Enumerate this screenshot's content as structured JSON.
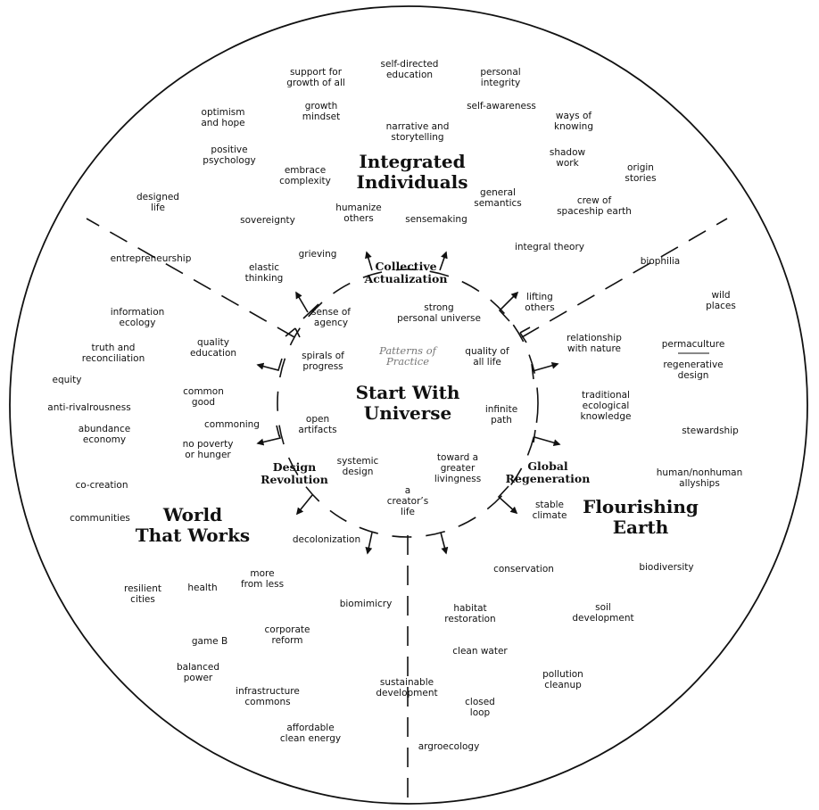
{
  "titles": {
    "center": [
      "Start With",
      "Universe"
    ],
    "top": [
      "Integrated",
      "Individuals"
    ],
    "left": [
      "World",
      "That Works"
    ],
    "right": [
      "Flourishing",
      "Earth"
    ]
  },
  "subtitles": {
    "collective": [
      "Collective",
      "Actualization"
    ],
    "design": [
      "Design",
      "Revolution"
    ],
    "global": [
      "Global",
      "Regeneration"
    ]
  },
  "center_note": [
    "Patterns of",
    "Practice"
  ],
  "terms": [
    [
      "support for",
      "growth of all"
    ],
    [
      "self-directed",
      "education"
    ],
    [
      "personal",
      "integrity"
    ],
    [
      "self-awareness"
    ],
    [
      "growth",
      "mindset"
    ],
    [
      "optimism",
      "and hope"
    ],
    [
      "ways of",
      "knowing"
    ],
    [
      "narrative and",
      "storytelling"
    ],
    [
      "positive",
      "psychology"
    ],
    [
      "shadow",
      "work"
    ],
    [
      "origin",
      "stories"
    ],
    [
      "embrace",
      "complexity"
    ],
    [
      "general",
      "semantics"
    ],
    [
      "crew of",
      "spaceship earth"
    ],
    [
      "designed",
      "life"
    ],
    [
      "humanize",
      "others"
    ],
    [
      "sovereignty"
    ],
    [
      "sensemaking"
    ],
    [
      "integral theory"
    ],
    [
      "grieving"
    ],
    [
      "elastic",
      "thinking"
    ],
    [
      "entrepreneurship"
    ],
    [
      "biophilia"
    ],
    [
      "wild",
      "places"
    ],
    [
      "lifting",
      "others"
    ],
    [
      "sense of",
      "agency"
    ],
    [
      "strong",
      "personal universe"
    ],
    [
      "information",
      "ecology"
    ],
    [
      "relationship",
      "with nature"
    ],
    [
      "permaculture"
    ],
    [
      "regenerative",
      "design"
    ],
    [
      "truth and",
      "reconciliation"
    ],
    [
      "quality",
      "education"
    ],
    [
      "spirals of",
      "progress"
    ],
    [
      "quality of",
      "all life"
    ],
    [
      "equity"
    ],
    [
      "anti-rivalrousness"
    ],
    [
      "common",
      "good"
    ],
    [
      "traditional",
      "ecological",
      "knowledge"
    ],
    [
      "infinite",
      "path"
    ],
    [
      "abundance",
      "economy"
    ],
    [
      "commoning"
    ],
    [
      "open",
      "artifacts"
    ],
    [
      "stewardship"
    ],
    [
      "no poverty",
      "or hunger"
    ],
    [
      "toward a",
      "greater",
      "livingness"
    ],
    [
      "systemic",
      "design"
    ],
    [
      "human/nonhuman",
      "allyships"
    ],
    [
      "co-creation"
    ],
    [
      "a",
      "creator’s",
      "life"
    ],
    [
      "stable",
      "climate"
    ],
    [
      "communities"
    ],
    [
      "decolonization"
    ],
    [
      "conservation"
    ],
    [
      "biodiversity"
    ],
    [
      "more",
      "from less"
    ],
    [
      "resilient",
      "cities"
    ],
    [
      "health"
    ],
    [
      "biomimicry"
    ],
    [
      "habitat",
      "restoration"
    ],
    [
      "soil",
      "development"
    ],
    [
      "corporate",
      "reform"
    ],
    [
      "game B"
    ],
    [
      "clean water"
    ],
    [
      "balanced",
      "power"
    ],
    [
      "pollution",
      "cleanup"
    ],
    [
      "sustainable",
      "development"
    ],
    [
      "infrastructure",
      "commons"
    ],
    [
      "closed",
      "loop"
    ],
    [
      "affordable",
      "clean energy"
    ],
    [
      "argroecology"
    ]
  ]
}
